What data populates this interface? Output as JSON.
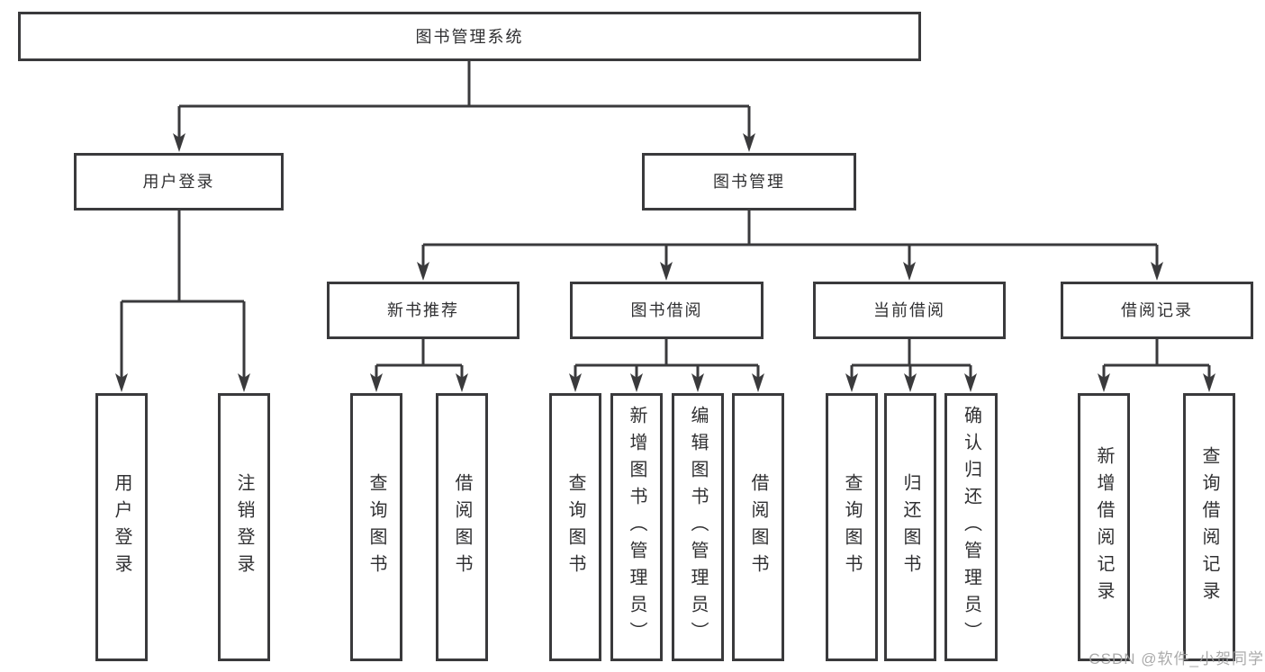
{
  "colors": {
    "line": "#3a3a3c",
    "box_border": "#3a3a3c",
    "text": "#303032",
    "watermark": "#9e9e9e",
    "background": "#ffffff"
  },
  "tree": {
    "label": "图书管理系统",
    "children": [
      {
        "label": "用户登录",
        "children": [
          {
            "label": "用户登录"
          },
          {
            "label": "注销登录"
          }
        ]
      },
      {
        "label": "图书管理",
        "children": [
          {
            "label": "新书推荐",
            "children": [
              {
                "label": "查询图书"
              },
              {
                "label": "借阅图书"
              }
            ]
          },
          {
            "label": "图书借阅",
            "children": [
              {
                "label": "查询图书"
              },
              {
                "label": "新增图书（管理员）"
              },
              {
                "label": "编辑图书（管理员）"
              },
              {
                "label": "借阅图书"
              }
            ]
          },
          {
            "label": "当前借阅",
            "children": [
              {
                "label": "查询图书"
              },
              {
                "label": "归还图书"
              },
              {
                "label": "确认归还（管理员）"
              }
            ]
          },
          {
            "label": "借阅记录",
            "children": [
              {
                "label": "新增借阅记录"
              },
              {
                "label": "查询借阅记录"
              }
            ]
          }
        ]
      }
    ]
  },
  "watermark": {
    "text": "CSDN @软件_小贺同学"
  }
}
